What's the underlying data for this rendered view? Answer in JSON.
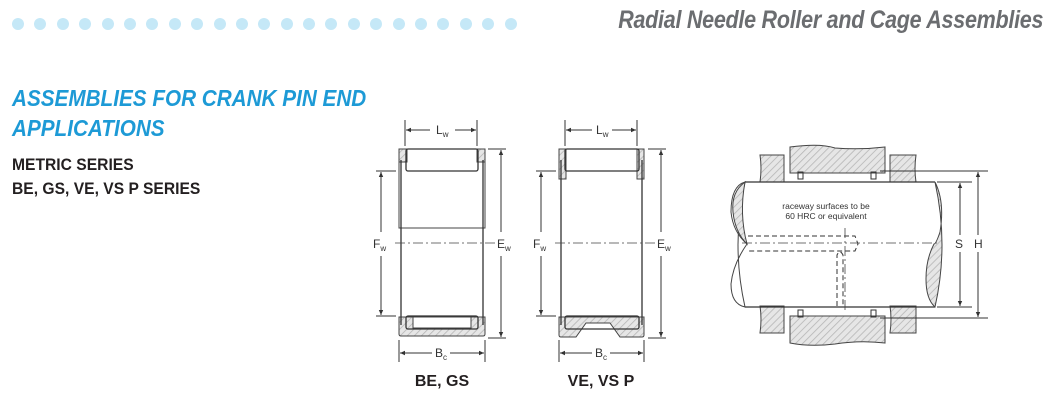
{
  "header": {
    "title": "Radial Needle Roller and Cage Assemblies",
    "dot_count": 23,
    "dot_color": "#c5e8f7"
  },
  "section": {
    "heading_line1": "ASSEMBLIES FOR CRANK PIN END",
    "heading_line2": "APPLICATIONS",
    "subheading_line1": "METRIC SERIES",
    "subheading_line2": "BE, GS, VE, VS P SERIES",
    "accent_color": "#1d9ad6"
  },
  "figures": {
    "be_gs": {
      "caption": "BE, GS",
      "lw": "L",
      "lw_sub": "w",
      "fw": "F",
      "fw_sub": "w",
      "ew": "E",
      "ew_sub": "w",
      "bc": "B",
      "bc_sub": "c"
    },
    "ve_vsp": {
      "caption": "VE, VS P",
      "lw": "L",
      "lw_sub": "w",
      "fw": "F",
      "fw_sub": "w",
      "ew": "E",
      "ew_sub": "w",
      "bc": "B",
      "bc_sub": "c"
    },
    "mounting": {
      "note_line1": "raceway surfaces to be",
      "note_line2": "60 HRC or equivalent",
      "s_label": "S",
      "h_label": "H"
    }
  }
}
